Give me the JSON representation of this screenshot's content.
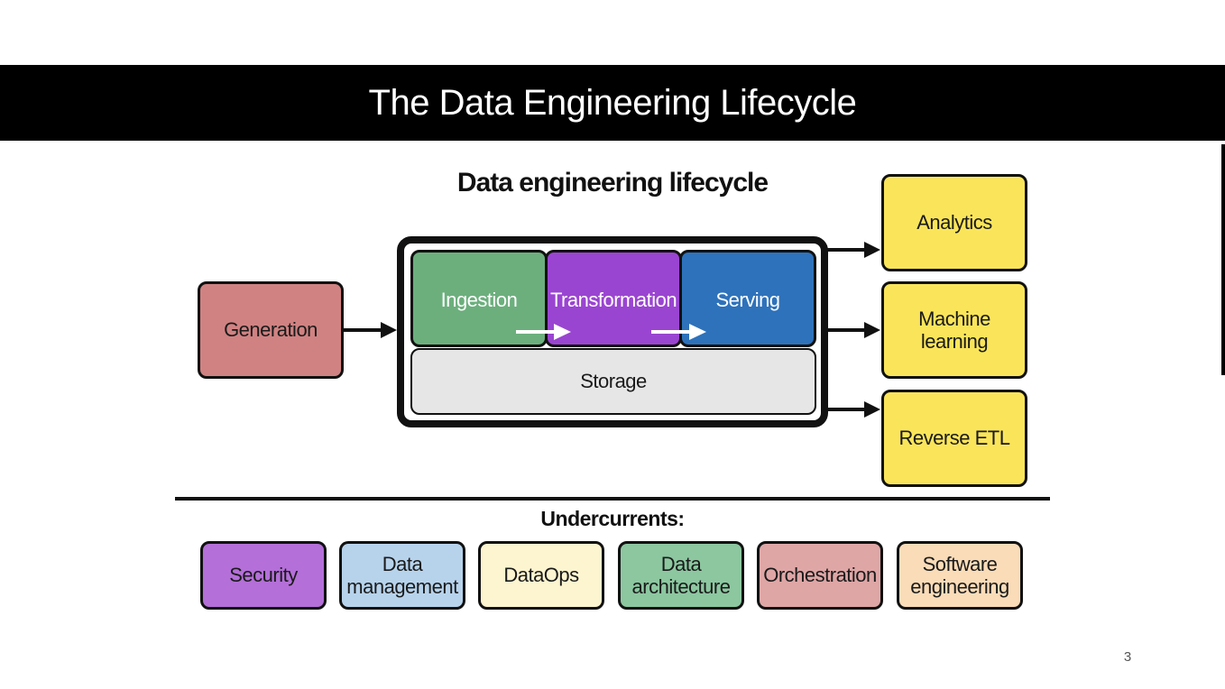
{
  "slide": {
    "title": "The Data Engineering Lifecycle",
    "page_number": "3"
  },
  "diagram": {
    "title": "Data engineering lifecycle",
    "generation": "Generation",
    "stages": {
      "ingestion": "Ingestion",
      "transformation": "Transformation",
      "serving": "Serving",
      "storage": "Storage"
    },
    "outputs": {
      "analytics": "Analytics",
      "machine_learning": "Machine\nlearning",
      "reverse_etl": "Reverse ETL"
    },
    "undercurrents_label": "Undercurrents:",
    "undercurrents": {
      "security": "Security",
      "data_management": "Data\nmanagement",
      "dataops": "DataOps",
      "data_architecture": "Data\narchitecture",
      "orchestration": "Orchestration",
      "software_engineering": "Software\nengineering"
    }
  },
  "colors": {
    "generation": "#d08282",
    "ingestion": "#6caf7d",
    "transformation": "#9a45d1",
    "serving": "#2e72bb",
    "storage": "#e6e6e6",
    "outputs": "#fae55a",
    "security": "#b46fd9",
    "data_management": "#b7d3ec",
    "dataops": "#fdf5cf",
    "data_architecture": "#8cc7a0",
    "orchestration": "#dfa6a6",
    "software_engineering": "#fadcb8"
  }
}
